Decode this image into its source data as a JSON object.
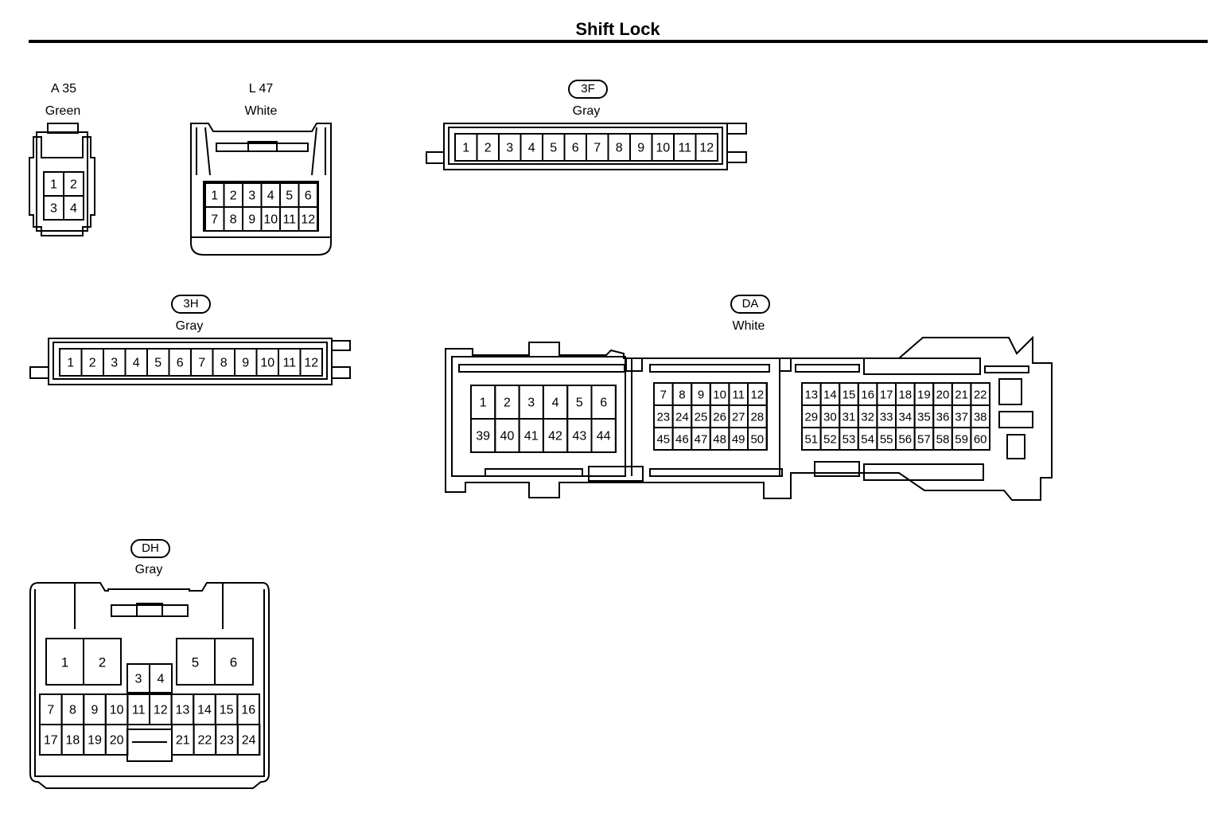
{
  "title": "Shift Lock",
  "connectors": {
    "a35": {
      "code": "A 35",
      "color": "Green"
    },
    "l47": {
      "code": "L 47",
      "color": "White"
    },
    "c3f": {
      "code": "3F",
      "color": "Gray"
    },
    "c3h": {
      "code": "3H",
      "color": "Gray"
    },
    "cda": {
      "code": "DA",
      "color": "White"
    },
    "cdh": {
      "code": "DH",
      "color": "Gray"
    }
  },
  "pins": {
    "a35": [
      "1",
      "2",
      "3",
      "4"
    ],
    "l47": [
      "1",
      "2",
      "3",
      "4",
      "5",
      "6",
      "7",
      "8",
      "9",
      "10",
      "11",
      "12"
    ],
    "c3f": [
      "1",
      "2",
      "3",
      "4",
      "5",
      "6",
      "7",
      "8",
      "9",
      "10",
      "11",
      "12"
    ],
    "c3h": [
      "1",
      "2",
      "3",
      "4",
      "5",
      "6",
      "7",
      "8",
      "9",
      "10",
      "11",
      "12"
    ],
    "da_left": [
      "1",
      "2",
      "3",
      "4",
      "5",
      "6",
      "39",
      "40",
      "41",
      "42",
      "43",
      "44"
    ],
    "da_mid": [
      "7",
      "8",
      "9",
      "10",
      "11",
      "12",
      "23",
      "24",
      "25",
      "26",
      "27",
      "28",
      "45",
      "46",
      "47",
      "48",
      "49",
      "50"
    ],
    "da_right": [
      "13",
      "14",
      "15",
      "16",
      "17",
      "18",
      "19",
      "20",
      "21",
      "22",
      "29",
      "30",
      "31",
      "32",
      "33",
      "34",
      "35",
      "36",
      "37",
      "38",
      "51",
      "52",
      "53",
      "54",
      "55",
      "56",
      "57",
      "58",
      "59",
      "60"
    ],
    "dh_big": [
      "1",
      "2",
      "5",
      "6"
    ],
    "dh_small": [
      "3",
      "4"
    ],
    "dh_row1": [
      "7",
      "8",
      "9",
      "10",
      "11",
      "12",
      "13",
      "14",
      "15",
      "16"
    ],
    "dh_row2": [
      "17",
      "18",
      "19",
      "20",
      "21",
      "22",
      "23",
      "24"
    ]
  }
}
